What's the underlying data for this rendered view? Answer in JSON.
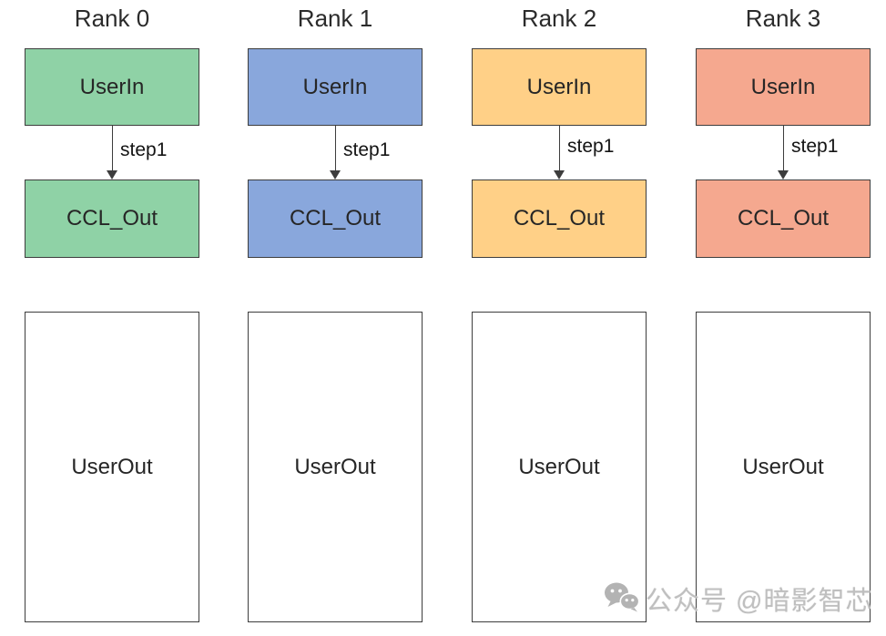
{
  "diagram": {
    "ranks": [
      {
        "title": "Rank 0",
        "user_in_label": "UserIn",
        "step_label": "step1",
        "ccl_out_label": "CCL_Out",
        "user_out_label": "UserOut",
        "fill_color": "#8FD2A6"
      },
      {
        "title": "Rank 1",
        "user_in_label": "UserIn",
        "step_label": "step1",
        "ccl_out_label": "CCL_Out",
        "user_out_label": "UserOut",
        "fill_color": "#89A7DC"
      },
      {
        "title": "Rank 2",
        "user_in_label": "UserIn",
        "step_label": "step1",
        "ccl_out_label": "CCL_Out",
        "user_out_label": "UserOut",
        "fill_color": "#FFD087"
      },
      {
        "title": "Rank 3",
        "user_in_label": "UserIn",
        "step_label": "step1",
        "ccl_out_label": "CCL_Out",
        "user_out_label": "UserOut",
        "fill_color": "#F5A88F"
      }
    ],
    "border_color": "#3d3d3d",
    "arrow_color": "#3d3d3d",
    "background_color": "#ffffff"
  },
  "watermark": {
    "icon": "wechat-icon",
    "text": "公众号 @暗影智芯",
    "color": "#bfbfbf"
  }
}
